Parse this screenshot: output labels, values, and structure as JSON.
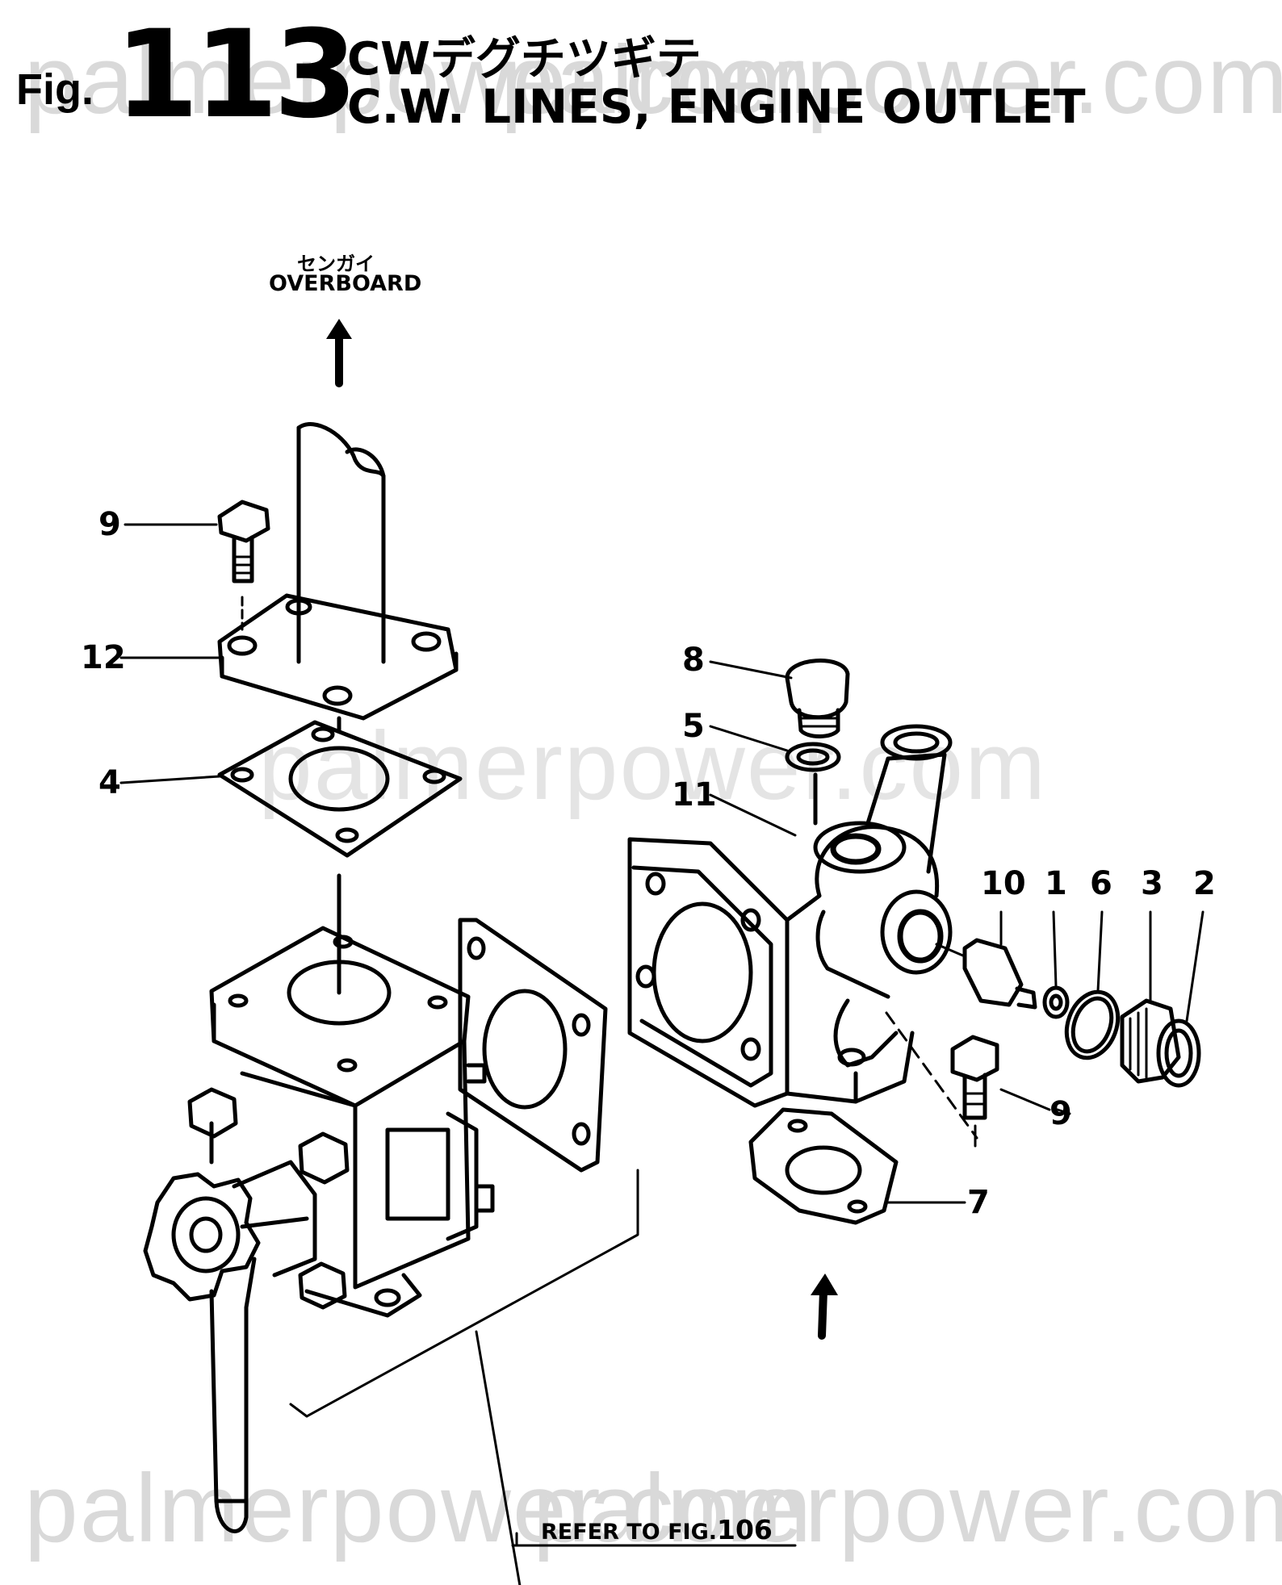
{
  "header": {
    "fig_word": "Fig.",
    "fig_number": "113",
    "title_jp": "CWデグチツギテ",
    "title_en": "C.W. LINES, ENGINE OUTLET"
  },
  "overboard": {
    "label_jp": "センガイ",
    "label_en": "OVERBOARD"
  },
  "refer": {
    "text": "REFER TO FIG.",
    "fig": "106"
  },
  "watermark": "palmerpower.com",
  "callouts": {
    "c9_left": "9",
    "c12": "12",
    "c4": "4",
    "c8": "8",
    "c5": "5",
    "c11": "11",
    "c10": "10",
    "c1": "1",
    "c6": "6",
    "c3": "3",
    "c2": "2",
    "c9_right": "9",
    "c7": "7"
  }
}
